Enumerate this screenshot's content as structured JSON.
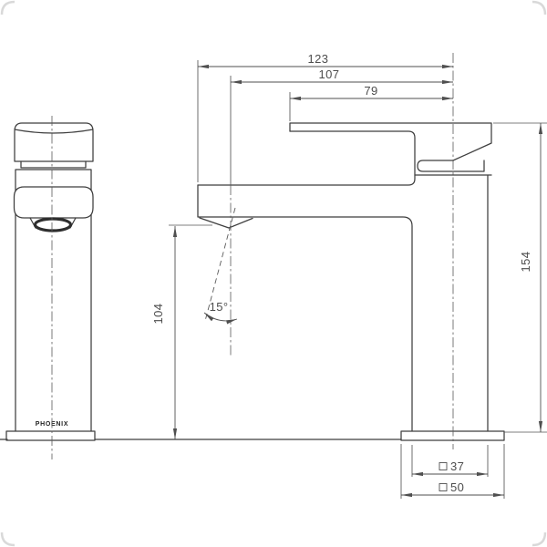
{
  "colors": {
    "background": "#ffffff",
    "object_line": "#3f3f3f",
    "dimension_line": "#4f4f4f",
    "dimension_text": "#4d4d4d",
    "brand_text": "#1f1f1f",
    "corner_mark": "#d9d9d9"
  },
  "front_view": {
    "brand": "PHOENIX"
  },
  "dimensions": {
    "top_spans": [
      {
        "name": "overall-projection",
        "value": "123"
      },
      {
        "name": "aerator-projection",
        "value": "107"
      },
      {
        "name": "handle-plate-projection",
        "value": "79"
      }
    ],
    "overall_height": {
      "value": "154"
    },
    "spout_clearance": {
      "value": "104"
    },
    "spout_angle": {
      "value": "15°"
    },
    "body_section": {
      "symbol": "□",
      "value": "37"
    },
    "base_section": {
      "symbol": "□",
      "value": "50"
    }
  }
}
